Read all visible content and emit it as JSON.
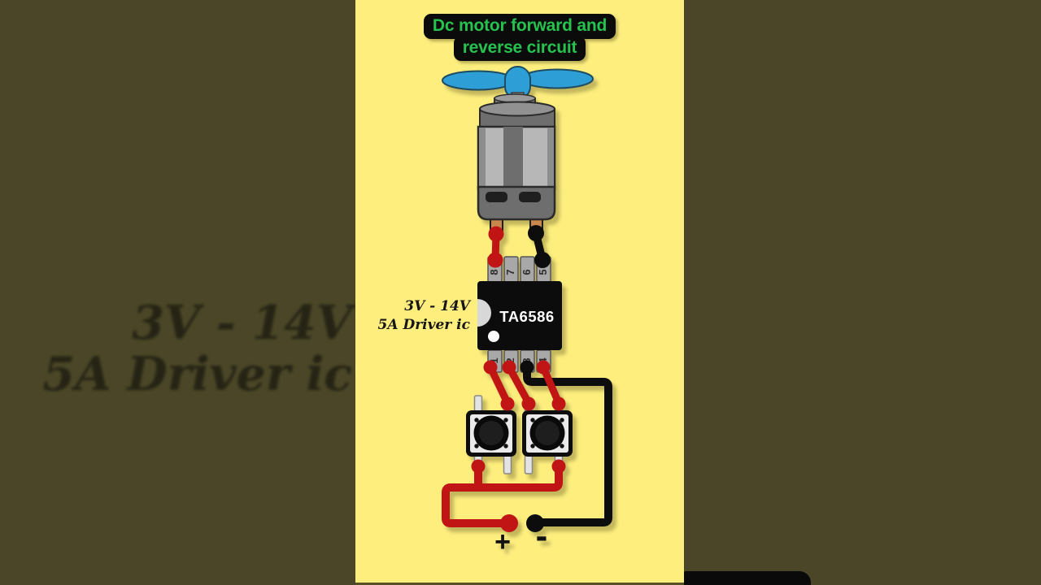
{
  "video": {
    "background_color": "#4a4627",
    "panel_color": "#fdee7e"
  },
  "background_echo": {
    "line1": "3V - 14V",
    "line2": "5A Driver ic"
  },
  "title": {
    "line1": "Dc motor forward and",
    "line2": "reverse circuit",
    "text_color": "#26c24e",
    "banner_color": "#0b0b0b"
  },
  "motor": {
    "propeller_color": "#2e9fd6",
    "body_color": "#b7b7b7",
    "cap_color": "#6e6e6e",
    "terminal_color": "#c9874e"
  },
  "ic": {
    "label": "TA6586",
    "spec_line1": "3V - 14V",
    "spec_line2": "5A Driver ic",
    "pins_top": [
      "8",
      "7",
      "6",
      "5"
    ],
    "pins_bottom": [
      "1",
      "2",
      "3",
      "4"
    ],
    "body_color": "#0c0c0c"
  },
  "power": {
    "positive_label": "+",
    "negative_label": "-",
    "positive_wire_color": "#c11414",
    "negative_wire_color": "#0d0d0d"
  }
}
